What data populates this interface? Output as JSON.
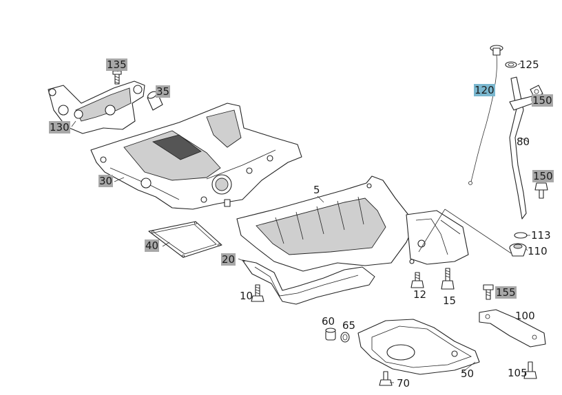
{
  "labels": {
    "p5": "5",
    "p10": "10",
    "p12": "12",
    "p15": "15",
    "p20": "20",
    "p30": "30",
    "p35": "35",
    "p40": "40",
    "p50": "50",
    "p60": "60",
    "p65": "65",
    "p70": "70",
    "p80": "80",
    "p100": "100",
    "p105": "105",
    "p110": "110",
    "p113": "113",
    "p120": "120",
    "p125": "125",
    "p130": "130",
    "p135": "135",
    "p150a": "150",
    "p150b": "150",
    "p155": "155"
  },
  "colors": {
    "highlight_gray": "#a8a8a8",
    "highlight_blue": "#7ab7cf"
  }
}
